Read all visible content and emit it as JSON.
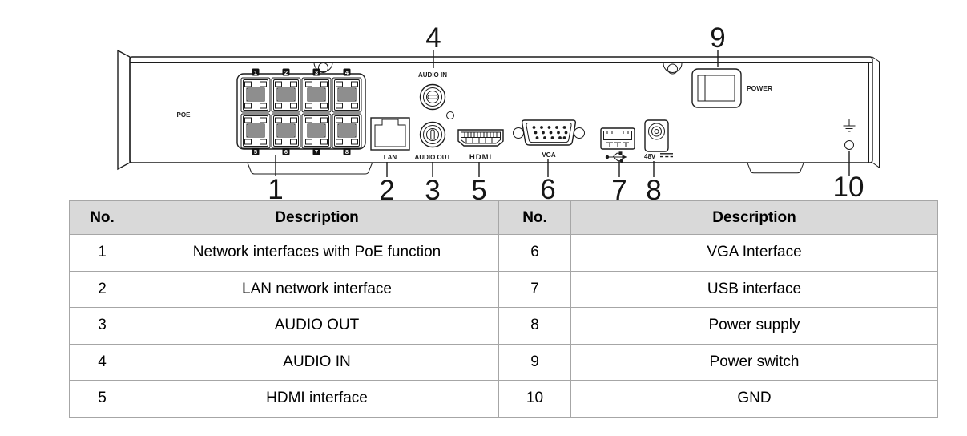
{
  "colors": {
    "diagram_stroke": "#1c1c1c",
    "table_header_bg": "#d9d9d9",
    "table_border": "#a6a6a6"
  },
  "device": {
    "labels": {
      "poe": "POE",
      "lan": "LAN",
      "audio_in": "AUDIO IN",
      "audio_out": "AUDIO OUT",
      "hdmi": "HDMI",
      "vga": "VGA",
      "power_voltage": "48V",
      "power": "POWER"
    },
    "icons": {
      "usb": "usb-trident-icon",
      "ground": "earth-ground-icon",
      "dc": "dc-voltage-symbol"
    },
    "poe_port_tags": [
      "1",
      "2",
      "3",
      "4",
      "5",
      "6",
      "7",
      "8"
    ],
    "callouts": [
      "1",
      "2",
      "3",
      "4",
      "5",
      "6",
      "7",
      "8",
      "9",
      "10"
    ]
  },
  "table": {
    "headers": [
      "No.",
      "Description",
      "No.",
      "Description"
    ],
    "rows": [
      {
        "no_left": "1",
        "desc_left": "Network interfaces with PoE function",
        "no_right": "6",
        "desc_right": "VGA Interface"
      },
      {
        "no_left": "2",
        "desc_left": "LAN network interface",
        "no_right": "7",
        "desc_right": "USB interface"
      },
      {
        "no_left": "3",
        "desc_left": "AUDIO OUT",
        "no_right": "8",
        "desc_right": "Power supply"
      },
      {
        "no_left": "4",
        "desc_left": "AUDIO IN",
        "no_right": "9",
        "desc_right": "Power switch"
      },
      {
        "no_left": "5",
        "desc_left": "HDMI interface",
        "no_right": "10",
        "desc_right": "GND"
      }
    ]
  }
}
